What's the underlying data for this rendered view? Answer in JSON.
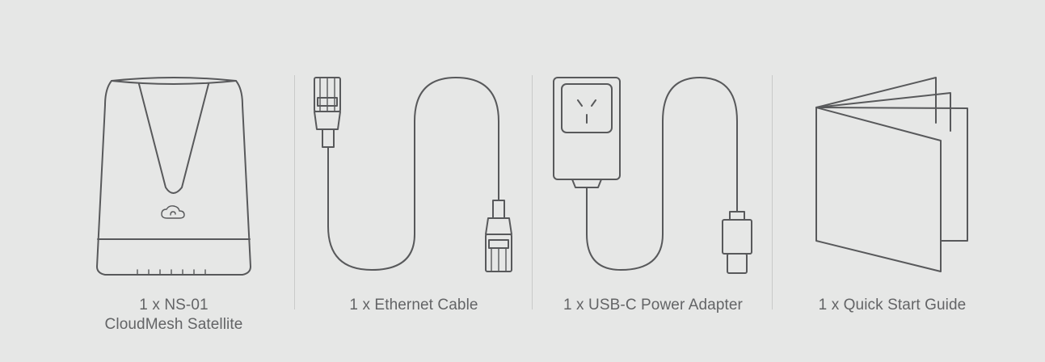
{
  "items": [
    {
      "id": "satellite",
      "lines": [
        "1 x NS-01",
        "CloudMesh Satellite"
      ],
      "icon": "mesh-satellite-icon"
    },
    {
      "id": "ethernet",
      "lines": [
        "1 x Ethernet Cable"
      ],
      "icon": "ethernet-cable-icon"
    },
    {
      "id": "adapter",
      "lines": [
        "1 x USB-C Power Adapter"
      ],
      "icon": "usb-c-power-adapter-icon"
    },
    {
      "id": "guide",
      "lines": [
        "1 x Quick Start Guide"
      ],
      "icon": "quick-start-guide-icon"
    }
  ],
  "colors": {
    "background": "#e6e7e6",
    "stroke": "#58595b",
    "text": "#636466",
    "divider": "#c9cac9"
  }
}
